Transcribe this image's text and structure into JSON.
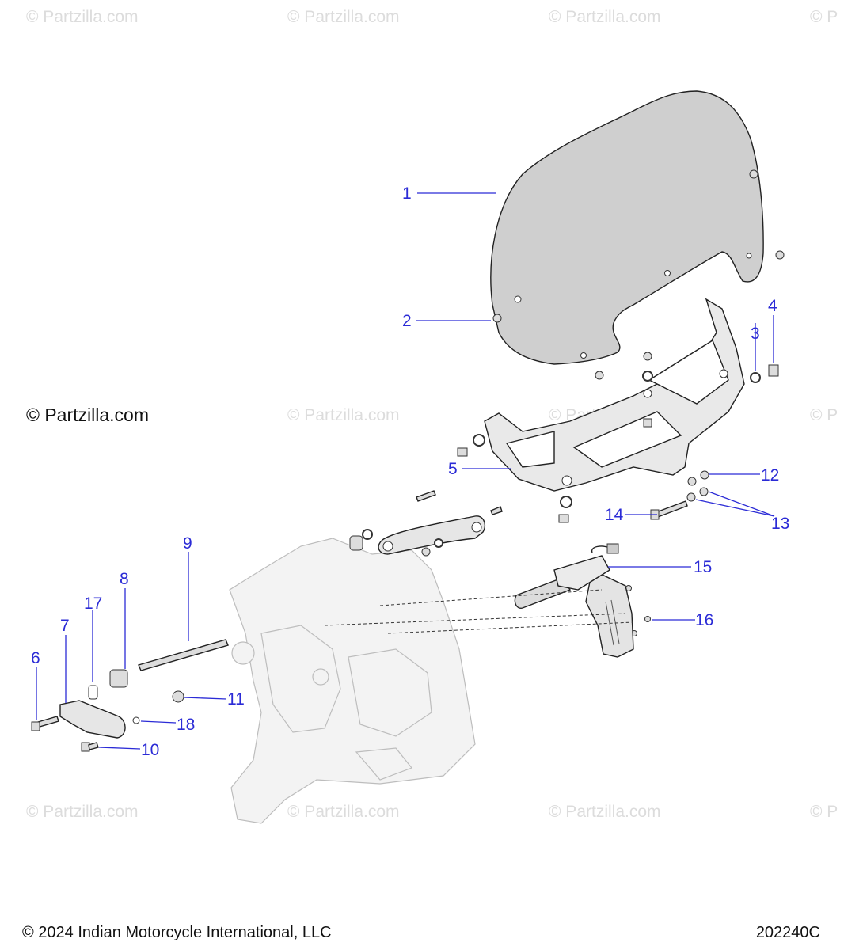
{
  "watermarks": [
    "© Partzilla.com",
    "© Partzilla.com",
    "© Partzilla.com",
    "© P",
    "© Partzilla.com",
    "© Partzilla.com",
    "© P",
    "© Partzilla.com",
    "© Partzilla.com",
    "© Partzilla.com",
    "© P"
  ],
  "copyright_main": "© Partzilla.com",
  "footer": {
    "copyright": "© 2024 Indian Motorcycle International, LLC",
    "diagram_code": "202240C"
  },
  "callouts": {
    "c1": "1",
    "c2": "2",
    "c3": "3",
    "c4": "4",
    "c5": "5",
    "c6": "6",
    "c7": "7",
    "c8": "8",
    "c9": "9",
    "c10": "10",
    "c11": "11",
    "c12": "12",
    "c13": "13",
    "c14": "14",
    "c15": "15",
    "c16": "16",
    "c17": "17",
    "c18": "18"
  },
  "colors": {
    "callout": "#2b2bd6",
    "windshield": "#cfcfcf",
    "watermark": "#dcdcdc"
  }
}
